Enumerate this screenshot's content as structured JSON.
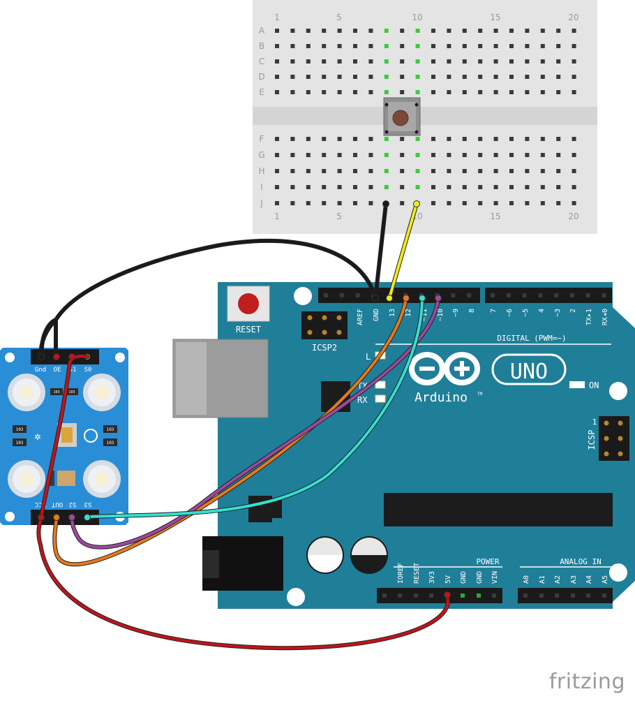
{
  "breadboard": {
    "column_labels": [
      "1",
      "5",
      "10",
      "15",
      "20"
    ],
    "rows_top": [
      "A",
      "B",
      "C",
      "D",
      "E"
    ],
    "rows_bottom": [
      "F",
      "G",
      "H",
      "I",
      "J"
    ]
  },
  "arduino": {
    "reset_label": "RESET",
    "icsp2_label": "ICSP2",
    "icsp_label": "ICSP",
    "icsp_pin1": "1",
    "logo_uno": "UNO",
    "logo_arduino": "Arduino",
    "tm": "TM",
    "on_label": "ON",
    "l_label": "L",
    "tx_label": "TX",
    "rx_label": "RX",
    "digital_label": "DIGITAL (PWM=~)",
    "power_label": "POWER",
    "analog_label": "ANALOG IN",
    "top_header_pins": [
      "AREF",
      "GND",
      "13",
      "12",
      "~11",
      "~10",
      "~9",
      "8",
      "7",
      "~6",
      "~5",
      "4",
      "~3",
      "2",
      "TX▸1",
      "RX◂0"
    ],
    "power_pins": [
      "IOREF",
      "RESET",
      "3V3",
      "5V",
      "GND",
      "GND",
      "VIN"
    ],
    "analog_pins": [
      "A0",
      "A1",
      "A2",
      "A3",
      "A4",
      "A5"
    ]
  },
  "sensor": {
    "top_pins": [
      "Gnd",
      "OE",
      "S1",
      "S0"
    ],
    "bottom_pins": [
      "VCC",
      "OUT",
      "S2",
      "S3"
    ],
    "resistor_text": "103"
  },
  "wire_colors": {
    "black": "#1a1a1a",
    "yellow": "#f2ea1c",
    "red": "#c0141a",
    "orange": "#e77a1a",
    "purple": "#9b4a9e",
    "cyan": "#33e0d2",
    "board": "#1f7f99",
    "board_dark": "#176a80"
  },
  "brand": "fritzing"
}
